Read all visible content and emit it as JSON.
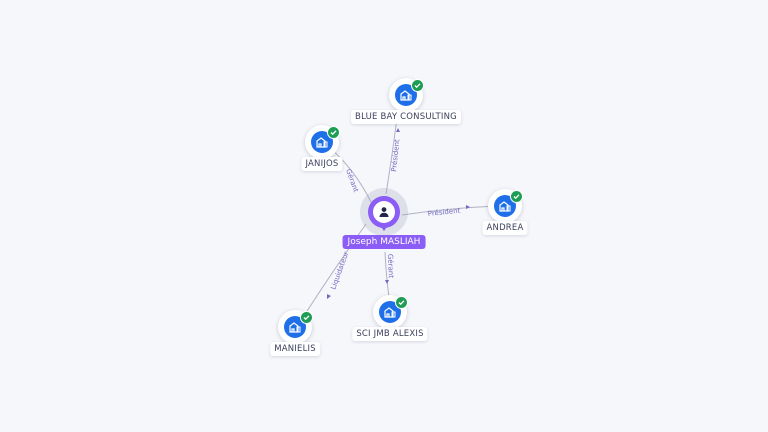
{
  "colors": {
    "center": "#8b5cf6",
    "company": "#1f6fe8",
    "verified": "#1f9d55",
    "edge": "#aeb2c4",
    "edge_label": "#7468c4"
  },
  "center": {
    "name": "Joseph MASLIAH",
    "icon": "person-icon"
  },
  "companies": [
    {
      "id": "blue-bay-consulting",
      "name": "BLUE BAY CONSULTING",
      "icon": "building-icon",
      "verified": true
    },
    {
      "id": "janijos",
      "name": "JANIJOS",
      "icon": "building-icon",
      "verified": true
    },
    {
      "id": "andrea",
      "name": "ANDREA",
      "icon": "building-icon",
      "verified": true
    },
    {
      "id": "sci-jmb-alexis",
      "name": "SCI JMB ALEXIS",
      "icon": "building-icon",
      "verified": true
    },
    {
      "id": "manielis",
      "name": "MANIELIS",
      "icon": "building-icon",
      "verified": true
    }
  ],
  "relations": [
    {
      "to": "blue-bay-consulting",
      "role": "Président"
    },
    {
      "to": "janijos",
      "role": "Gérant"
    },
    {
      "to": "andrea",
      "role": "Président"
    },
    {
      "to": "sci-jmb-alexis",
      "role": "Gérant"
    },
    {
      "to": "manielis",
      "role": "Liquidateur"
    }
  ]
}
